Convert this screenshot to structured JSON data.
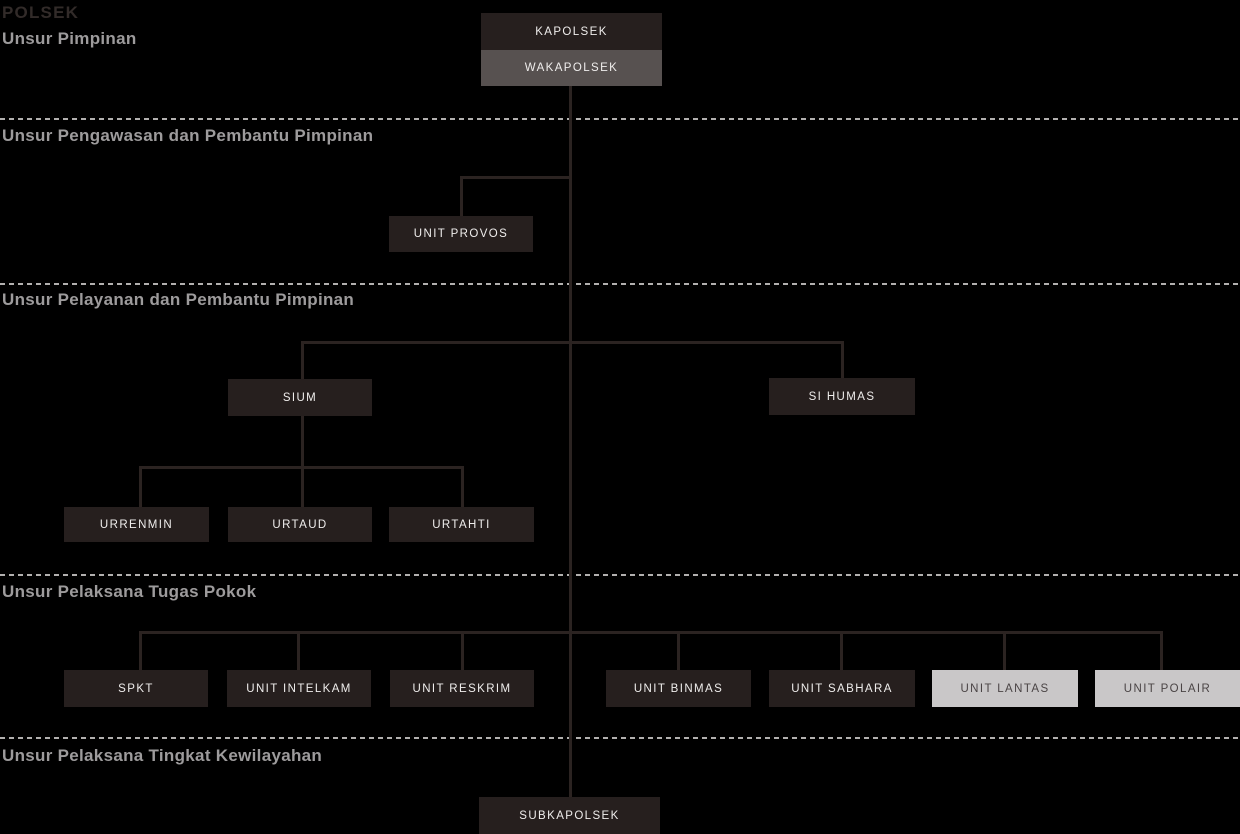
{
  "title": "POLSEK",
  "sections": [
    {
      "label": "Unsur Pimpinan"
    },
    {
      "label": "Unsur Pengawasan dan Pembantu Pimpinan"
    },
    {
      "label": "Unsur Pelayanan dan Pembantu Pimpinan"
    },
    {
      "label": "Unsur Pelaksana Tugas Pokok"
    },
    {
      "label": "Unsur Pelaksana Tingkat Kewilayahan"
    }
  ],
  "nodes": {
    "kapolsek": {
      "label": "KAPOLSEK",
      "variant": "dark",
      "section": "Unsur Pimpinan"
    },
    "wakapolsek": {
      "label": "WAKAPOLSEK",
      "variant": "gray",
      "section": "Unsur Pimpinan"
    },
    "unit_provos": {
      "label": "UNIT PROVOS",
      "variant": "dark",
      "section": "Unsur Pengawasan dan Pembantu Pimpinan"
    },
    "sium": {
      "label": "SIUM",
      "variant": "dark",
      "section": "Unsur Pelayanan dan Pembantu Pimpinan"
    },
    "si_humas": {
      "label": "SI HUMAS",
      "variant": "dark",
      "section": "Unsur Pelayanan dan Pembantu Pimpinan"
    },
    "urrenmin": {
      "label": "URRENMIN",
      "variant": "dark",
      "section": "Unsur Pelayanan dan Pembantu Pimpinan"
    },
    "urtaud": {
      "label": "URTAUD",
      "variant": "dark",
      "section": "Unsur Pelayanan dan Pembantu Pimpinan"
    },
    "urtahti": {
      "label": "URTAHTI",
      "variant": "dark",
      "section": "Unsur Pelayanan dan Pembantu Pimpinan"
    },
    "spkt": {
      "label": "SPKT",
      "variant": "dark",
      "section": "Unsur Pelaksana Tugas Pokok"
    },
    "unit_intelkam": {
      "label": "UNIT INTELKAM",
      "variant": "dark",
      "section": "Unsur Pelaksana Tugas Pokok"
    },
    "unit_reskrim": {
      "label": "UNIT RESKRIM",
      "variant": "dark",
      "section": "Unsur Pelaksana Tugas Pokok"
    },
    "unit_binmas": {
      "label": "UNIT BINMAS",
      "variant": "dark",
      "section": "Unsur Pelaksana Tugas Pokok"
    },
    "unit_sabhara": {
      "label": "UNIT SABHARA",
      "variant": "dark",
      "section": "Unsur Pelaksana Tugas Pokok"
    },
    "unit_lantas": {
      "label": "UNIT LANTAS",
      "variant": "light",
      "section": "Unsur Pelaksana Tugas Pokok"
    },
    "unit_polair": {
      "label": "UNIT POLAIR",
      "variant": "light",
      "section": "Unsur Pelaksana Tugas Pokok"
    },
    "subkapolsek": {
      "label": "SUBKAPOLSEK",
      "variant": "dark",
      "section": "Unsur Pelaksana Tingkat Kewilayahan"
    }
  },
  "colors": {
    "background": "#000000",
    "box_dark": "#261f1e",
    "box_gray": "#575150",
    "box_light": "#c9c7c8",
    "box_text_light": "#efedec",
    "box_text_dark": "#4a4445",
    "line": "#2b2321",
    "divider": "#b2b0af",
    "section_label": "#9d9b9c",
    "title": "#322b29"
  }
}
